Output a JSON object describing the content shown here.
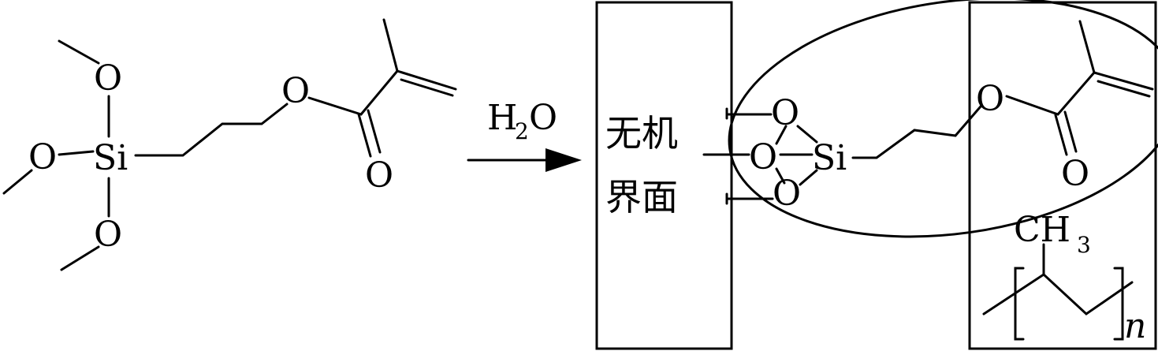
{
  "reagent": {
    "si": "Si",
    "o_top": "O",
    "o_left": "O",
    "o_bottom": "O",
    "o_ester": "O",
    "o_carbonyl": "O"
  },
  "arrow": {
    "label_main": "H",
    "label_sub": "2",
    "label_tail": "O"
  },
  "product": {
    "interface_line1": "无机",
    "interface_line2": "界面",
    "o_top": "O",
    "o_mid": "O",
    "o_bottom": "O",
    "si": "Si",
    "o_ester": "O",
    "o_carbonyl": "O",
    "ch3_main": "CH",
    "ch3_sub": "3",
    "repeat_n": "n"
  }
}
